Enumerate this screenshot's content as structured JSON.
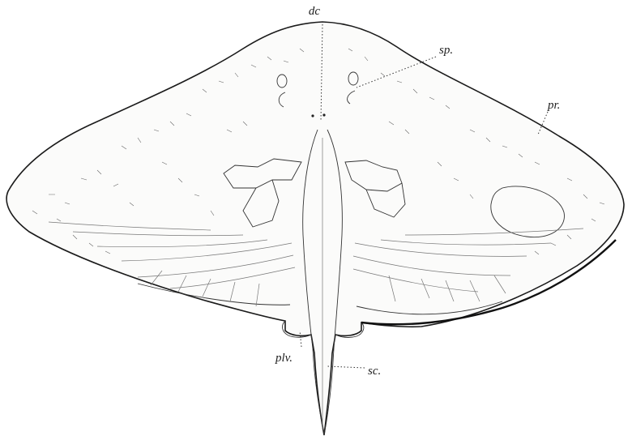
{
  "figure": {
    "labels": {
      "dc": "dc",
      "sp": "sp.",
      "pr": "pr.",
      "plv": "plv.",
      "sc": "sc."
    }
  }
}
